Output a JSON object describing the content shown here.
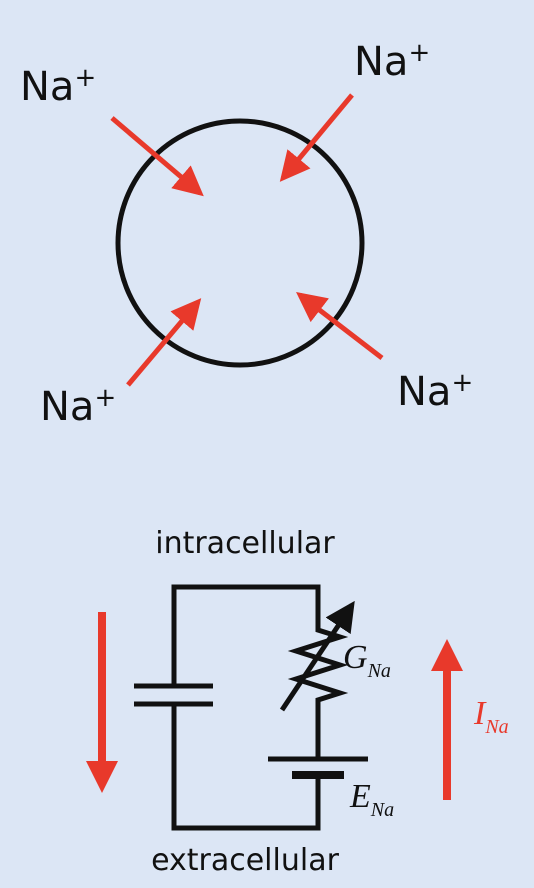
{
  "colors": {
    "background": "#dce6f5",
    "arrow": "#e8392b",
    "ink": "#111111"
  },
  "cell": {
    "ions": [
      {
        "symbol": "Na",
        "charge": "+"
      },
      {
        "symbol": "Na",
        "charge": "+"
      },
      {
        "symbol": "Na",
        "charge": "+"
      },
      {
        "symbol": "Na",
        "charge": "+"
      }
    ]
  },
  "circuit": {
    "top_label": "intracellular",
    "bottom_label": "extracellular",
    "conductance": {
      "symbol": "G",
      "subscript": "Na"
    },
    "reversal": {
      "symbol": "E",
      "subscript": "Na"
    },
    "current": {
      "symbol": "I",
      "subscript": "Na"
    }
  }
}
